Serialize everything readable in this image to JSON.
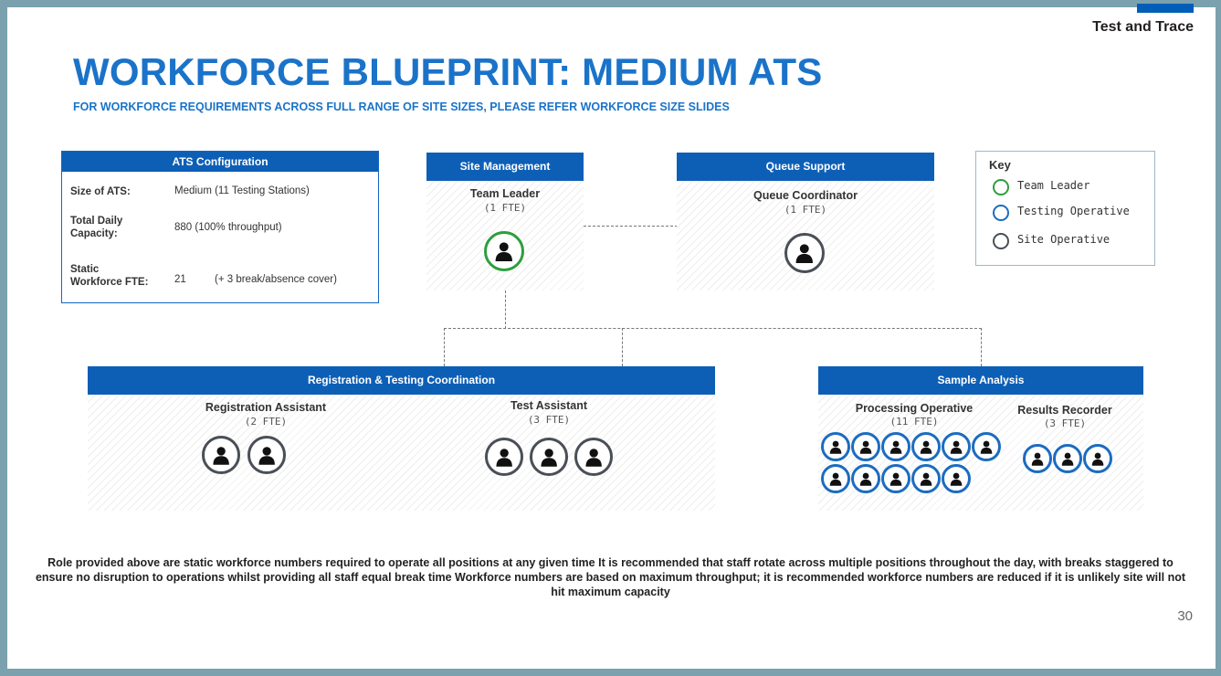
{
  "logo": {
    "text": "Test and Trace"
  },
  "header": {
    "title": "WORKFORCE BLUEPRINT: MEDIUM ATS",
    "subtitle": "FOR WORKFORCE REQUIREMENTS ACROSS FULL RANGE OF SITE SIZES, PLEASE REFER WORKFORCE SIZE SLIDES"
  },
  "config": {
    "title": "ATS Configuration",
    "size_label": "Size of ATS:",
    "size_value": "Medium (11 Testing Stations)",
    "capacity_label_1": "Total Daily",
    "capacity_label_2": "Capacity:",
    "capacity_value": "880 (100% throughput)",
    "workforce_label_1": "Static",
    "workforce_label_2": "Workforce FTE:",
    "workforce_value": "21",
    "workforce_extra": "(+ 3 break/absence cover)"
  },
  "site_management": {
    "title": "Site Management",
    "role": "Team Leader",
    "fte": "(1 FTE)",
    "count": 1,
    "type": "team-leader"
  },
  "queue_support": {
    "title": "Queue Support",
    "role": "Queue Coordinator",
    "fte": "(1 FTE)",
    "count": 1,
    "type": "site-operative"
  },
  "registration": {
    "title": "Registration & Testing Coordination",
    "roles": [
      {
        "role": "Registration Assistant",
        "fte": "(2 FTE)",
        "count": 2,
        "type": "site-operative"
      },
      {
        "role": "Test Assistant",
        "fte": "(3 FTE)",
        "count": 3,
        "type": "site-operative"
      }
    ]
  },
  "sample_analysis": {
    "title": "Sample Analysis",
    "roles": [
      {
        "role": "Processing Operative",
        "fte": "(11 FTE)",
        "count": 11,
        "type": "testing-operative"
      },
      {
        "role": "Results Recorder",
        "fte": "(3 FTE)",
        "count": 3,
        "type": "testing-operative"
      }
    ]
  },
  "key": {
    "title": "Key",
    "items": [
      {
        "label": "Team Leader",
        "color": "#2e9e3e"
      },
      {
        "label": "Testing Operative",
        "color": "#1c6cc0"
      },
      {
        "label": "Site Operative",
        "color": "#4a4f57"
      }
    ]
  },
  "footer": {
    "note": "Role provided above are static workforce numbers required to operate all positions at any given time It is recommended that staff rotate across multiple positions throughout the day, with breaks staggered to ensure no disruption to operations whilst providing all staff equal break time Workforce numbers are based on maximum throughput; it is recommended workforce numbers are reduced if it is unlikely site will not hit maximum capacity",
    "page_number": "30"
  },
  "colors": {
    "primary_blue": "#0d5fb6",
    "title_blue": "#1a73c9",
    "team_leader": "#2e9e3e",
    "testing_operative": "#1c6cc0",
    "site_operative": "#4a4f57"
  }
}
